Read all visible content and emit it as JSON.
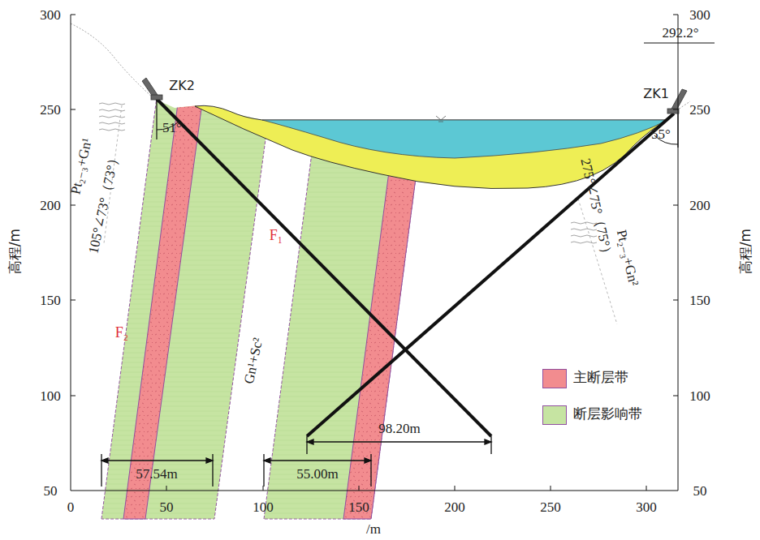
{
  "diagram": {
    "labels": [
      "300",
      "250",
      "200",
      "150",
      "100",
      "50",
      "300",
      "250",
      "200",
      "150",
      "100",
      "50",
      "0",
      "50",
      "100",
      "150",
      "200",
      "250",
      "300",
      "高程/m",
      "高程/m",
      "/m",
      "ZK2",
      "ZK1",
      "51°",
      "55°",
      "292.2°",
      "Pt₂₋₃+Gn¹",
      "105°∠73°（73°）",
      "275°∠75°（75°）",
      "Pt₂₋₃+Gn²",
      "F₂",
      "F₁",
      "Gn¹+Sc²",
      "57.54m",
      "55.00m",
      "98.20m"
    ],
    "legend": [
      {
        "text": "主断层带",
        "color": "#f28c8f"
      },
      {
        "text": "断层影响带",
        "color": "#c6e4a2"
      }
    ]
  }
}
